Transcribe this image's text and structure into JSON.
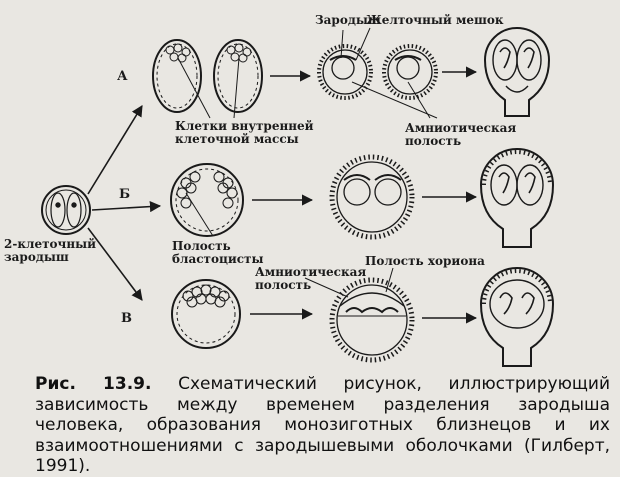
{
  "labels": {
    "embryo": "Зародыш",
    "yolk_sac": "Желточный мешок",
    "route_a": "А",
    "route_b": "Б",
    "route_c": "В",
    "inner_cell_mass": "Клетки внутренней\nклеточной массы",
    "amniotic_cavity_top": "Амниотическая\nполость",
    "two_cell_embryo": "2-клеточный\nзародыш",
    "blastocyst_cavity": "Полость\nбластоцисты",
    "amniotic_cavity_bottom": "Амниотическая\nполость",
    "chorion_cavity": "Полость хориона"
  },
  "caption": {
    "figure_number": "Рис. 13.9.",
    "text": "Схематический рисунок, иллюстрирующий зависимость между временем разделения зародыша человека, образования монозиготных близнецов и их взаимоотношениями с зародышевыми оболочками (Гилберт, 1991)."
  }
}
